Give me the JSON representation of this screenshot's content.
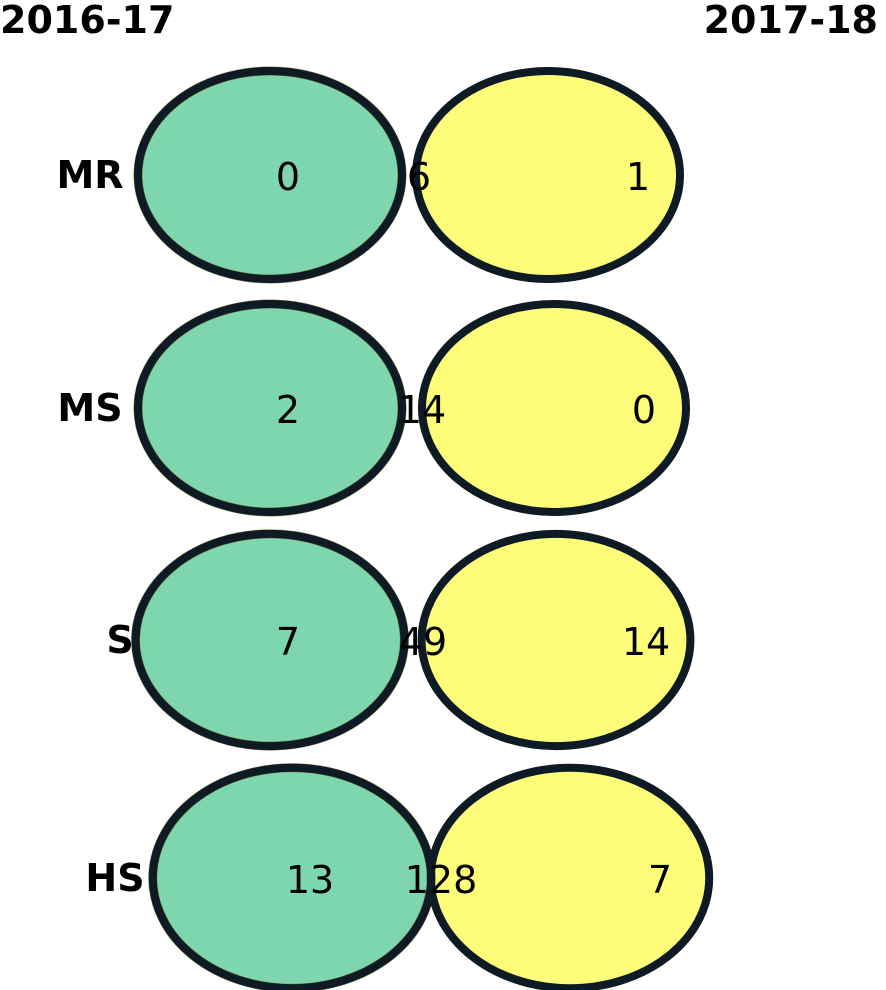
{
  "headers": {
    "left": "2016-17",
    "right": "2017-18"
  },
  "colors": {
    "left_set": "#7ed6ae",
    "right_set": "#fdfd7a",
    "overlap": "#c2ea55",
    "outline": "#0e1a24"
  },
  "rows": [
    {
      "label": "MR",
      "left_only": "0",
      "both": "6",
      "right_only": "1"
    },
    {
      "label": "MS",
      "left_only": "2",
      "both": "14",
      "right_only": "0"
    },
    {
      "label": "S",
      "left_only": "7",
      "both": "49",
      "right_only": "14"
    },
    {
      "label": "HS",
      "left_only": "13",
      "both": "128",
      "right_only": "7"
    }
  ]
}
